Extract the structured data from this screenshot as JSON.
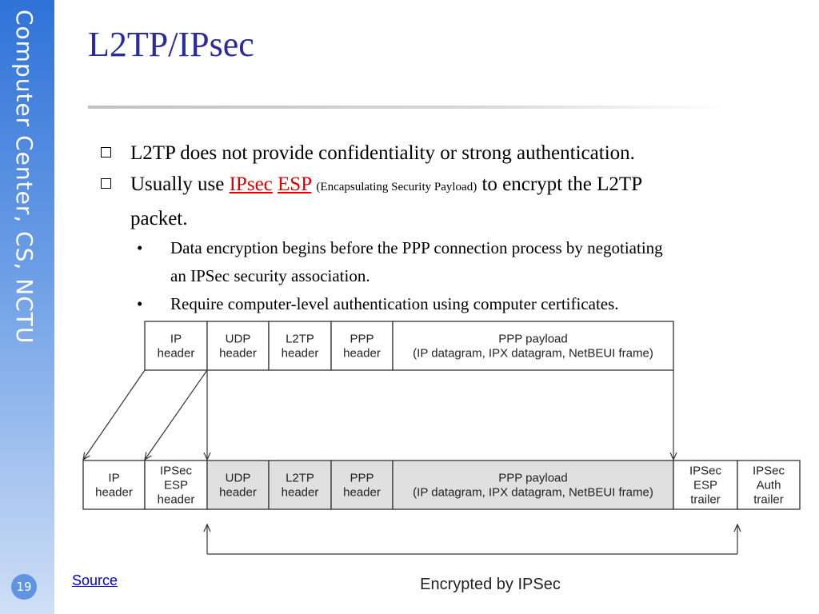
{
  "sidebar": {
    "text": "Computer Center, CS, NCTU",
    "page_number": "19"
  },
  "title": "L2TP/IPsec",
  "bullets": {
    "b1": "L2TP does not provide confidentiality or strong authentication.",
    "b2_prefix": "Usually use",
    "b2_ipsec": "IPsec",
    "b2_esp": "ESP",
    "b2_small": "(Encapsulating Security Payload)",
    "b2_suffix": "to encrypt the L2TP",
    "b2_cont": "packet.",
    "sub1_line1": "Data encryption begins before the PPP connection process by negotiating",
    "sub1_line2": "an IPSec security association.",
    "sub2": "Require computer-level authentication using computer certificates."
  },
  "diagram": {
    "top_row": [
      {
        "lines": [
          "IP",
          "header"
        ]
      },
      {
        "lines": [
          "UDP",
          "header"
        ]
      },
      {
        "lines": [
          "L2TP",
          "header"
        ]
      },
      {
        "lines": [
          "PPP",
          "header"
        ]
      },
      {
        "lines": [
          "PPP payload",
          "(IP datagram, IPX datagram, NetBEUI frame)"
        ]
      }
    ],
    "bottom_row": [
      {
        "lines": [
          "IP",
          "header"
        ],
        "shaded": false
      },
      {
        "lines": [
          "IPSec",
          "ESP",
          "header"
        ],
        "shaded": false
      },
      {
        "lines": [
          "UDP",
          "header"
        ],
        "shaded": true
      },
      {
        "lines": [
          "L2TP",
          "header"
        ],
        "shaded": true
      },
      {
        "lines": [
          "PPP",
          "header"
        ],
        "shaded": true
      },
      {
        "lines": [
          "PPP payload",
          "(IP datagram, IPX datagram, NetBEUI frame)"
        ],
        "shaded": true
      },
      {
        "lines": [
          "IPSec",
          "ESP",
          "trailer"
        ],
        "shaded": false
      },
      {
        "lines": [
          "IPSec",
          "Auth",
          "trailer"
        ],
        "shaded": false
      }
    ],
    "encrypted_label": "Encrypted by IPSec",
    "shade_color": "#e0e0e0"
  },
  "source_link": "Source"
}
